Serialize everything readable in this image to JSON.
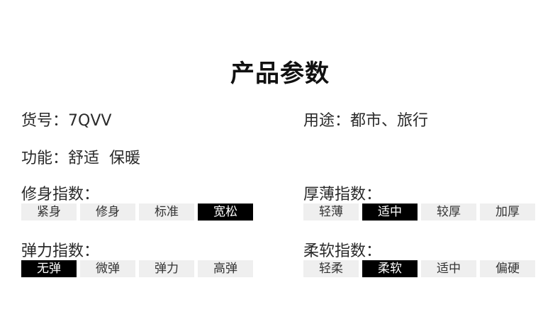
{
  "title": "产品参数",
  "item_no": {
    "label": "货号：",
    "value": "7QVV"
  },
  "usage": {
    "label": "用途：",
    "value": "都市、旅行"
  },
  "function": {
    "label": "功能：",
    "value": "舒适  保暖"
  },
  "fit": {
    "label": "修身指数：",
    "options": [
      "紧身",
      "修身",
      "标准",
      "宽松"
    ],
    "selected": "宽松"
  },
  "thickness": {
    "label": "厚薄指数：",
    "options": [
      "轻薄",
      "适中",
      "较厚",
      "加厚"
    ],
    "selected": "适中"
  },
  "elasticity": {
    "label": "弹力指数：",
    "options": [
      "无弹",
      "微弹",
      "弹力",
      "高弹"
    ],
    "selected": "无弹"
  },
  "softness": {
    "label": "柔软指数：",
    "options": [
      "轻柔",
      "柔软",
      "适中",
      "偏硬"
    ],
    "selected": "柔软"
  },
  "colors": {
    "active_bg": "#000000",
    "inactive_bg": "#efefef"
  }
}
